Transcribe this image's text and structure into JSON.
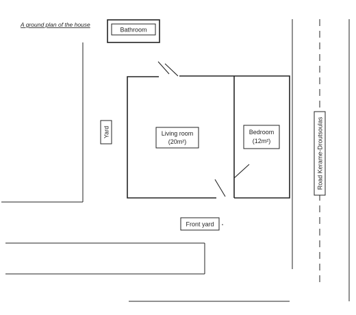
{
  "title": "A ground plan of the house",
  "rooms": {
    "bathroom": "Bathroom",
    "living_room_name": "Living room",
    "living_room_area": "(20m²)",
    "bedroom_name": "Bedroom",
    "bedroom_area": "(12m²)"
  },
  "areas": {
    "yard": "Yard",
    "front_yard": "Front yard"
  },
  "road": "Road Kerame-Droutsoulas"
}
